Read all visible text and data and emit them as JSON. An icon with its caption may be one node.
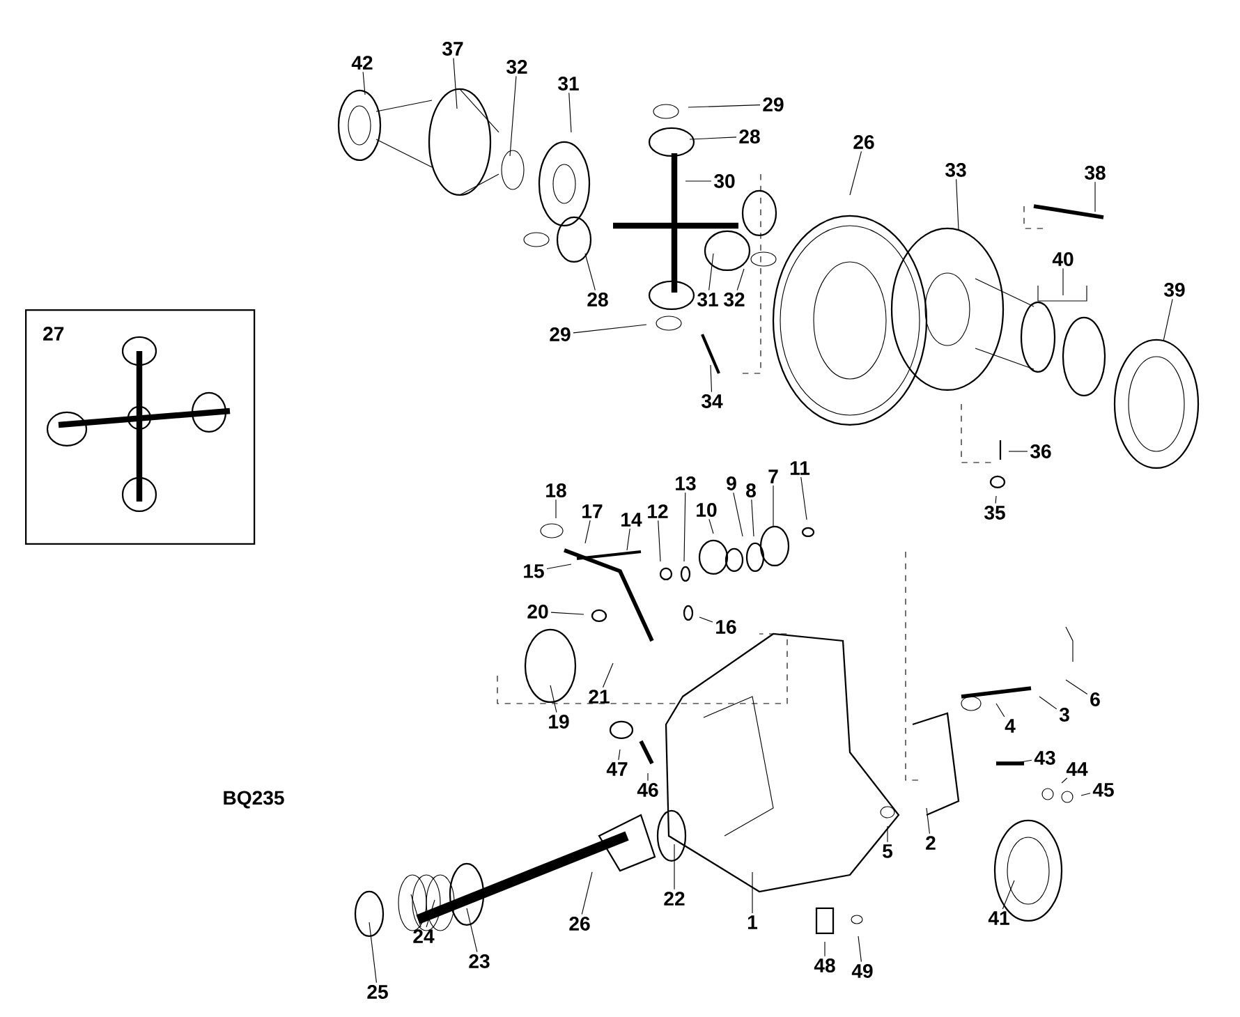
{
  "diagram": {
    "nodes": [
      {
        "text": [
          "27"
        ]
      },
      {
        "text": [
          "42"
        ]
      },
      {
        "text": [
          "37"
        ]
      },
      {
        "text": [
          "32"
        ]
      },
      {
        "text": [
          "31"
        ]
      },
      {
        "text": [
          "29"
        ]
      },
      {
        "text": [
          "28"
        ]
      },
      {
        "text": [
          "30"
        ]
      },
      {
        "text": [
          "28"
        ]
      },
      {
        "text": [
          "31"
        ]
      },
      {
        "text": [
          "32"
        ]
      },
      {
        "text": [
          "29"
        ]
      },
      {
        "text": [
          "26"
        ]
      },
      {
        "text": [
          "33"
        ]
      },
      {
        "text": [
          "38"
        ]
      },
      {
        "text": [
          "40"
        ]
      },
      {
        "text": [
          "39"
        ]
      },
      {
        "text": [
          "34"
        ]
      },
      {
        "text": [
          "36"
        ]
      },
      {
        "text": [
          "35"
        ]
      },
      {
        "text": [
          "18"
        ]
      },
      {
        "text": [
          "17"
        ]
      },
      {
        "text": [
          "14"
        ]
      },
      {
        "text": [
          "15"
        ]
      },
      {
        "text": [
          "13"
        ]
      },
      {
        "text": [
          "12"
        ]
      },
      {
        "text": [
          "10"
        ]
      },
      {
        "text": [
          "9"
        ]
      },
      {
        "text": [
          "8"
        ]
      },
      {
        "text": [
          "7"
        ]
      },
      {
        "text": [
          "11"
        ]
      },
      {
        "text": [
          "20"
        ]
      },
      {
        "text": [
          "16"
        ]
      },
      {
        "text": [
          "21"
        ]
      },
      {
        "text": [
          "19"
        ]
      },
      {
        "text": [
          "47"
        ]
      },
      {
        "text": [
          "46"
        ]
      },
      {
        "text": [
          "6"
        ]
      },
      {
        "text": [
          "4"
        ]
      },
      {
        "text": [
          "3"
        ]
      },
      {
        "text": [
          "43"
        ]
      },
      {
        "text": [
          "44"
        ]
      },
      {
        "text": [
          "45"
        ]
      },
      {
        "text": [
          "5"
        ]
      },
      {
        "text": [
          "2"
        ]
      },
      {
        "text": [
          "41"
        ]
      },
      {
        "text": [
          "1"
        ]
      },
      {
        "text": [
          "22"
        ]
      },
      {
        "text": [
          "26"
        ]
      },
      {
        "text": [
          "23"
        ]
      },
      {
        "text": [
          "24"
        ]
      },
      {
        "text": [
          "25"
        ]
      },
      {
        "text": [
          "48"
        ]
      },
      {
        "text": [
          "49"
        ]
      }
    ],
    "edges": [
      {
        "from": 1,
        "to": null,
        "arrow": "none"
      },
      {
        "from": 2,
        "to": null,
        "arrow": "none"
      },
      {
        "from": 3,
        "to": null,
        "arrow": "none"
      },
      {
        "from": 4,
        "to": null,
        "arrow": "none"
      },
      {
        "from": 5,
        "to": null,
        "arrow": "none"
      },
      {
        "from": 6,
        "to": null,
        "arrow": "none"
      },
      {
        "from": 7,
        "to": null,
        "arrow": "none"
      },
      {
        "from": 8,
        "to": null,
        "arrow": "none"
      },
      {
        "from": 9,
        "to": null,
        "arrow": "none"
      },
      {
        "from": 10,
        "to": null,
        "arrow": "none"
      },
      {
        "from": 11,
        "to": null,
        "arrow": "none"
      },
      {
        "from": 12,
        "to": null,
        "arrow": "none"
      },
      {
        "from": 13,
        "to": null,
        "arrow": "none"
      },
      {
        "from": 14,
        "to": null,
        "arrow": "none"
      },
      {
        "from": 15,
        "to": null,
        "arrow": "none"
      },
      {
        "from": 16,
        "to": null,
        "arrow": "none"
      },
      {
        "from": 17,
        "to": null,
        "arrow": "none"
      },
      {
        "from": 18,
        "to": null,
        "arrow": "none"
      },
      {
        "from": 19,
        "to": null,
        "arrow": "none"
      },
      {
        "from": 20,
        "to": null,
        "arrow": "none"
      },
      {
        "from": 21,
        "to": null,
        "arrow": "none"
      },
      {
        "from": 22,
        "to": null,
        "arrow": "none"
      },
      {
        "from": 23,
        "to": null,
        "arrow": "none"
      },
      {
        "from": 24,
        "to": null,
        "arrow": "none"
      },
      {
        "from": 25,
        "to": null,
        "arrow": "none"
      },
      {
        "from": 26,
        "to": null,
        "arrow": "none"
      },
      {
        "from": 27,
        "to": null,
        "arrow": "none"
      },
      {
        "from": 28,
        "to": null,
        "arrow": "none"
      },
      {
        "from": 29,
        "to": null,
        "arrow": "none"
      },
      {
        "from": 30,
        "to": null,
        "arrow": "none"
      },
      {
        "from": 31,
        "to": null,
        "arrow": "none"
      },
      {
        "from": 32,
        "to": null,
        "arrow": "none"
      },
      {
        "from": 33,
        "to": null,
        "arrow": "none"
      },
      {
        "from": 34,
        "to": null,
        "arrow": "none"
      },
      {
        "from": 35,
        "to": null,
        "arrow": "none"
      },
      {
        "from": 36,
        "to": null,
        "arrow": "none"
      },
      {
        "from": 37,
        "to": null,
        "arrow": "none"
      },
      {
        "from": 38,
        "to": null,
        "arrow": "none"
      },
      {
        "from": 39,
        "to": null,
        "arrow": "none"
      },
      {
        "from": 40,
        "to": null,
        "arrow": "none"
      },
      {
        "from": 41,
        "to": null,
        "arrow": "none"
      },
      {
        "from": 42,
        "to": null,
        "arrow": "none"
      },
      {
        "from": 43,
        "to": null,
        "arrow": "none"
      },
      {
        "from": 44,
        "to": null,
        "arrow": "none"
      },
      {
        "from": 45,
        "to": null,
        "arrow": "none"
      },
      {
        "from": 46,
        "to": null,
        "arrow": "none"
      },
      {
        "from": 47,
        "to": null,
        "arrow": "none"
      },
      {
        "from": 48,
        "to": null,
        "arrow": "none"
      },
      {
        "from": 49,
        "to": null,
        "arrow": "none"
      },
      {
        "from": 50,
        "to": null,
        "arrow": "none"
      },
      {
        "from": 51,
        "to": null,
        "arrow": "none"
      },
      {
        "from": 52,
        "to": null,
        "arrow": "none"
      },
      {
        "from": 53,
        "to": null,
        "arrow": "none"
      },
      {
        "from": 50,
        "to": null,
        "arrow": "none"
      }
    ],
    "labels": [
      "BQ235"
    ]
  }
}
